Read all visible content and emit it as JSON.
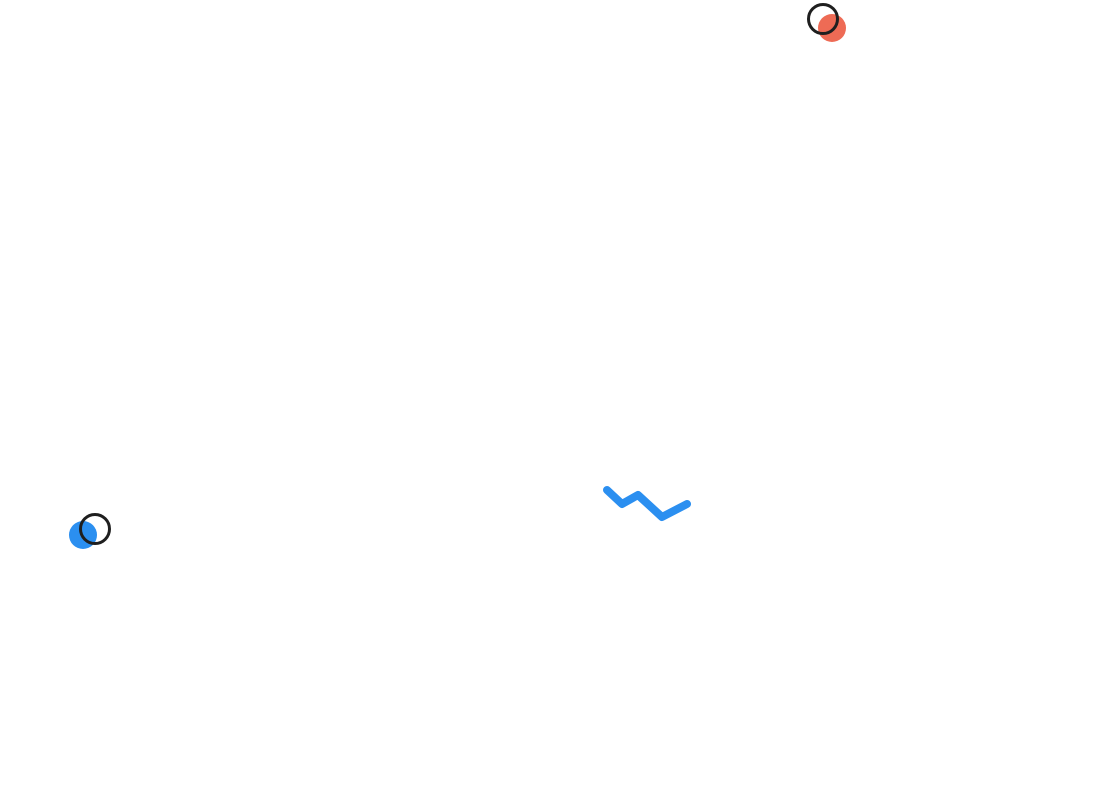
{
  "canvas": {
    "background": "#ffffff"
  },
  "decorations": [
    {
      "kind": "dot-pair",
      "icon": "filled-circle-with-ring-icon",
      "fill_color": "#ee6b55",
      "ring_color": "#1f1f1f"
    },
    {
      "kind": "dot-pair",
      "icon": "filled-circle-with-ring-icon",
      "fill_color": "#2b8ff0",
      "ring_color": "#1f1f1f"
    },
    {
      "kind": "zigzag",
      "icon": "zigzag-line-icon",
      "stroke_color": "#2b8ff0"
    }
  ]
}
